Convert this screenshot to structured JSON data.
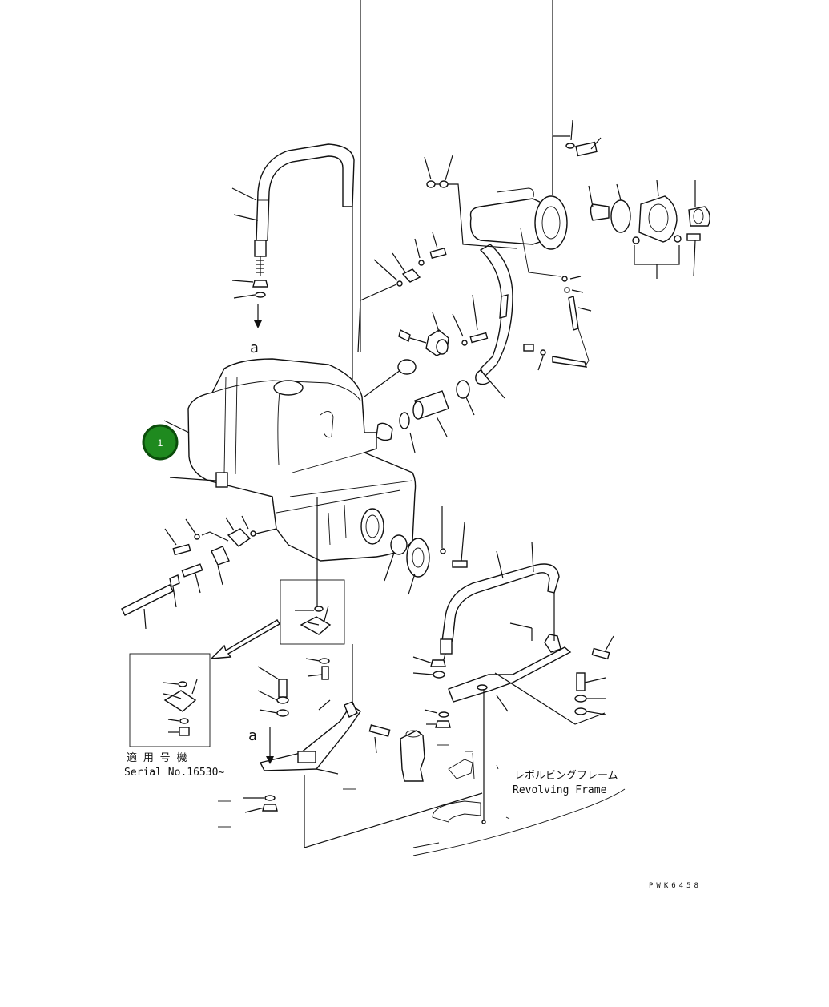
{
  "callout": {
    "number": "1",
    "fill_color": "#1f8a1f",
    "ring_color": "#0b4d0b"
  },
  "view_markers": {
    "upper": "a",
    "lower": "a"
  },
  "serial_note": {
    "japanese": "適 用 号 機",
    "english": "Serial No.16530~"
  },
  "frame_label": {
    "japanese": "レボルビングフレーム",
    "english": "Revolving Frame"
  },
  "drawing_code": "PWK6458"
}
